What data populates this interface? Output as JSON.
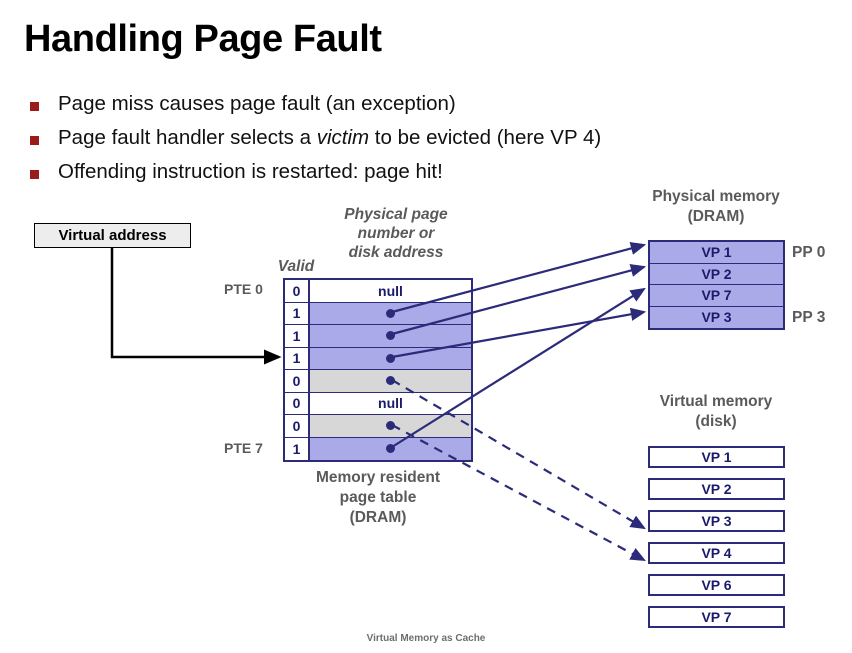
{
  "slide": {
    "title": "Handling Page Fault",
    "bullets": [
      {
        "text_before": "Page miss causes page fault (an exception)",
        "emphasis": "",
        "text_after": ""
      },
      {
        "text_before": "Page fault handler selects a ",
        "emphasis": "victim",
        "text_after": " to be evicted (here VP 4)"
      },
      {
        "text_before": "Offending instruction is restarted: page hit!",
        "emphasis": "",
        "text_after": ""
      }
    ],
    "footer": "Virtual Memory as Cache"
  },
  "diagram": {
    "virtual_address_label": "Virtual address",
    "page_table": {
      "caption": "Memory resident\npage table\n(DRAM)",
      "caption_line1": "Memory resident",
      "caption_line2": "page table",
      "caption_line3": "(DRAM)",
      "header_valid": "Valid",
      "header_value_line1": "Physical page",
      "header_value_line2": "number or",
      "header_value_line3": "disk address",
      "first_label": "PTE 0",
      "last_label": "PTE 7",
      "rows": [
        {
          "index": 0,
          "valid": "0",
          "value": "null",
          "fill": "white",
          "has_pointer": false
        },
        {
          "index": 1,
          "valid": "1",
          "value": "",
          "fill": "purple",
          "has_pointer": true
        },
        {
          "index": 2,
          "valid": "1",
          "value": "",
          "fill": "purple",
          "has_pointer": true
        },
        {
          "index": 3,
          "valid": "1",
          "value": "",
          "fill": "purple",
          "has_pointer": true
        },
        {
          "index": 4,
          "valid": "0",
          "value": "",
          "fill": "gray",
          "has_pointer": true
        },
        {
          "index": 5,
          "valid": "0",
          "value": "null",
          "fill": "white",
          "has_pointer": false
        },
        {
          "index": 6,
          "valid": "0",
          "value": "",
          "fill": "gray",
          "has_pointer": true
        },
        {
          "index": 7,
          "valid": "1",
          "value": "",
          "fill": "purple",
          "has_pointer": true
        }
      ]
    },
    "physical_memory": {
      "header_line1": "Physical memory",
      "header_line2": "(DRAM)",
      "first_frame_label": "PP 0",
      "last_frame_label": "PP 3",
      "frames": [
        {
          "label": "VP 1"
        },
        {
          "label": "VP 2"
        },
        {
          "label": "VP 7"
        },
        {
          "label": "VP 3"
        }
      ]
    },
    "virtual_memory": {
      "header_line1": "Virtual memory",
      "header_line2": "(disk)",
      "pages": [
        {
          "label": "VP 1"
        },
        {
          "label": "VP 2"
        },
        {
          "label": "VP 3"
        },
        {
          "label": "VP 4"
        },
        {
          "label": "VP 6"
        },
        {
          "label": "VP 7"
        }
      ]
    },
    "colors": {
      "resident_fill": "#AAAAE8",
      "nonresident_fill": "#D7D7D7",
      "empty_fill": "#FFFFFF",
      "line": "#2B2B7A",
      "bullet": "#9B1B1B",
      "label_gray": "#5A5A5A"
    }
  }
}
